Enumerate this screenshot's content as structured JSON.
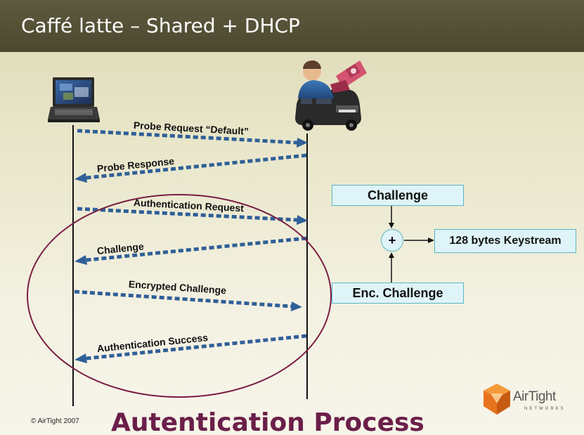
{
  "slide": {
    "title": "Caffé latte – Shared + DHCP",
    "subtitle": "Autentication Process",
    "copyright": "© AirTight 2007"
  },
  "messages": [
    {
      "label": "Probe Request “Default”",
      "direction": "right"
    },
    {
      "label": "Probe Response",
      "direction": "left"
    },
    {
      "label": "Authentication Request",
      "direction": "right"
    },
    {
      "label": "Challenge",
      "direction": "left"
    },
    {
      "label": "Encrypted Challenge",
      "direction": "right"
    },
    {
      "label": "Authentication Success",
      "direction": "left"
    }
  ],
  "keystream": {
    "challenge": "Challenge",
    "operator": "+",
    "enc_challenge": "Enc. Challenge",
    "result": "128 bytes Keystream"
  },
  "logo": {
    "name": "AirTight",
    "sub": "NETWORKS"
  },
  "icons": [
    "laptop-icon",
    "attacker-van-icon",
    "airtight-logo-icon"
  ],
  "colors": {
    "title_bar": "#4f4b33",
    "arrow": "#2f5f98",
    "ellipse": "#7a1f45",
    "subtitle": "#6b1f4a",
    "box_fill": "#dff4f8",
    "box_border": "#5ab5c4"
  }
}
